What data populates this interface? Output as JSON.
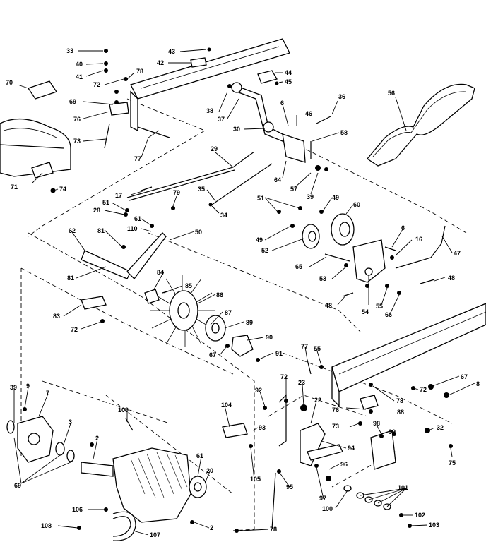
{
  "callouts": [
    {
      "id": "c33",
      "text": "33"
    },
    {
      "id": "c40",
      "text": "40"
    },
    {
      "id": "c41",
      "text": "41"
    },
    {
      "id": "c43",
      "text": "43"
    },
    {
      "id": "c42",
      "text": "42"
    },
    {
      "id": "c44",
      "text": "44"
    },
    {
      "id": "c45",
      "text": "45"
    },
    {
      "id": "c70",
      "text": "70"
    },
    {
      "id": "c72a",
      "text": "72"
    },
    {
      "id": "c78a",
      "text": "78"
    },
    {
      "id": "c69a",
      "text": "69"
    },
    {
      "id": "c76",
      "text": "76"
    },
    {
      "id": "c73a",
      "text": "73"
    },
    {
      "id": "c77a",
      "text": "77"
    },
    {
      "id": "c38",
      "text": "38"
    },
    {
      "id": "c37",
      "text": "37"
    },
    {
      "id": "c30",
      "text": "30"
    },
    {
      "id": "c6a",
      "text": "6"
    },
    {
      "id": "c46",
      "text": "46"
    },
    {
      "id": "c36a",
      "text": "36"
    },
    {
      "id": "c58",
      "text": "58"
    },
    {
      "id": "c56",
      "text": "56"
    },
    {
      "id": "c29",
      "text": "29"
    },
    {
      "id": "c64",
      "text": "64"
    },
    {
      "id": "c57",
      "text": "57"
    },
    {
      "id": "c39",
      "text": "39"
    },
    {
      "id": "c71",
      "text": "71"
    },
    {
      "id": "c74",
      "text": "74"
    },
    {
      "id": "c17",
      "text": "17"
    },
    {
      "id": "c51a",
      "text": "51"
    },
    {
      "id": "c28",
      "text": "28"
    },
    {
      "id": "c79",
      "text": "79"
    },
    {
      "id": "c35",
      "text": "35"
    },
    {
      "id": "c34",
      "text": "34"
    },
    {
      "id": "c51b",
      "text": "51"
    },
    {
      "id": "c49a",
      "text": "49"
    },
    {
      "id": "c60",
      "text": "60"
    },
    {
      "id": "c61a",
      "text": "61"
    },
    {
      "id": "c110",
      "text": "110"
    },
    {
      "id": "c50",
      "text": "50"
    },
    {
      "id": "c62",
      "text": "62"
    },
    {
      "id": "c81a",
      "text": "81"
    },
    {
      "id": "c49b",
      "text": "49"
    },
    {
      "id": "c52",
      "text": "52"
    },
    {
      "id": "c6b",
      "text": "6"
    },
    {
      "id": "c16",
      "text": "16"
    },
    {
      "id": "c47",
      "text": "47"
    },
    {
      "id": "c81b",
      "text": "81"
    },
    {
      "id": "c84",
      "text": "84"
    },
    {
      "id": "c85",
      "text": "85"
    },
    {
      "id": "c65",
      "text": "65"
    },
    {
      "id": "c53",
      "text": "53"
    },
    {
      "id": "c48a",
      "text": "48"
    },
    {
      "id": "c86",
      "text": "86"
    },
    {
      "id": "c83",
      "text": "83"
    },
    {
      "id": "c48b",
      "text": "48"
    },
    {
      "id": "c54",
      "text": "54"
    },
    {
      "id": "c55",
      "text": "55"
    },
    {
      "id": "c66",
      "text": "66"
    },
    {
      "id": "c72b",
      "text": "72"
    },
    {
      "id": "c87a",
      "text": "87"
    },
    {
      "id": "c89",
      "text": "89"
    },
    {
      "id": "c90",
      "text": "90"
    },
    {
      "id": "c67a",
      "text": "67"
    },
    {
      "id": "c91",
      "text": "91"
    },
    {
      "id": "c77b",
      "text": "77"
    },
    {
      "id": "c55b",
      "text": "55"
    },
    {
      "id": "c67b",
      "text": "67"
    },
    {
      "id": "c8",
      "text": "8"
    },
    {
      "id": "c72c",
      "text": "72"
    },
    {
      "id": "c78b",
      "text": "78"
    },
    {
      "id": "c39b",
      "text": "39"
    },
    {
      "id": "c9",
      "text": "9"
    },
    {
      "id": "c7",
      "text": "7"
    },
    {
      "id": "c109",
      "text": "109"
    },
    {
      "id": "c23",
      "text": "23"
    },
    {
      "id": "c72d",
      "text": "72"
    },
    {
      "id": "c92",
      "text": "92"
    },
    {
      "id": "c76b",
      "text": "76"
    },
    {
      "id": "c88",
      "text": "88"
    },
    {
      "id": "c3",
      "text": "3"
    },
    {
      "id": "c22",
      "text": "22"
    },
    {
      "id": "c73b",
      "text": "73"
    },
    {
      "id": "c98",
      "text": "98"
    },
    {
      "id": "c99",
      "text": "99"
    },
    {
      "id": "c32",
      "text": "32"
    },
    {
      "id": "c2a",
      "text": "2"
    },
    {
      "id": "c104",
      "text": "104"
    },
    {
      "id": "c93",
      "text": "93"
    },
    {
      "id": "c94",
      "text": "94"
    },
    {
      "id": "c75",
      "text": "75"
    },
    {
      "id": "c61b",
      "text": "61"
    },
    {
      "id": "c20",
      "text": "20"
    },
    {
      "id": "c105",
      "text": "105"
    },
    {
      "id": "c96",
      "text": "96"
    },
    {
      "id": "c69b",
      "text": "69"
    },
    {
      "id": "c95",
      "text": "95"
    },
    {
      "id": "c101",
      "text": "101"
    },
    {
      "id": "c97",
      "text": "97"
    },
    {
      "id": "c100",
      "text": "100"
    },
    {
      "id": "c106",
      "text": "106"
    },
    {
      "id": "c102",
      "text": "102"
    },
    {
      "id": "c108",
      "text": "108"
    },
    {
      "id": "c107",
      "text": "107"
    },
    {
      "id": "c2b",
      "text": "2"
    },
    {
      "id": "c78c",
      "text": "78"
    },
    {
      "id": "c103",
      "text": "103"
    }
  ]
}
